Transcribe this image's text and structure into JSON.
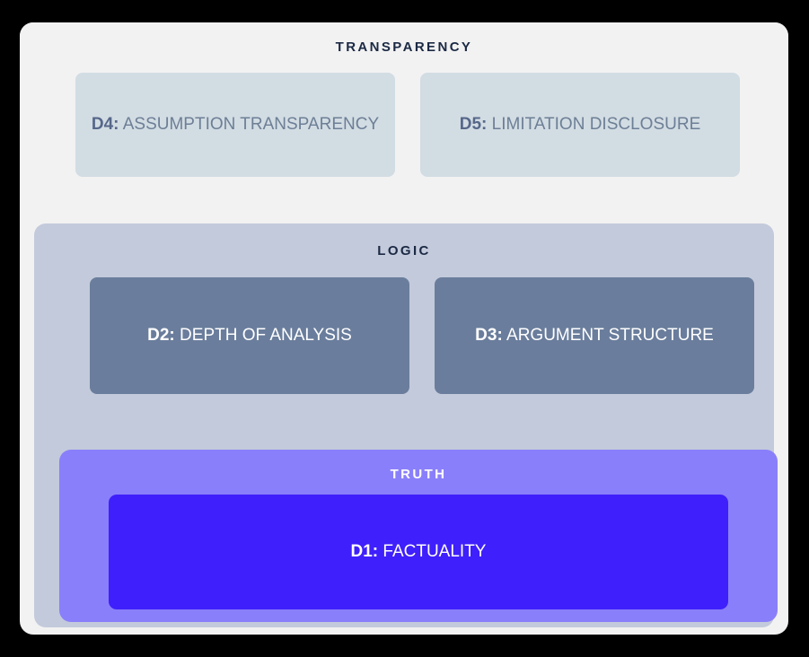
{
  "diagram": {
    "layers": [
      {
        "id": "transparency",
        "title": "TRANSPARENCY",
        "band_color": "#f2f2f2",
        "title_color": "#1b2944",
        "card_color": "#d2dce3",
        "card_text_color": "#6d7f96",
        "cards": [
          {
            "code": "D4:",
            "label": "ASSUMPTION TRANSPARENCY"
          },
          {
            "code": "D5:",
            "label": "LIMITATION DISCLOSURE"
          }
        ]
      },
      {
        "id": "logic",
        "title": "LOGIC",
        "band_color": "#c3cadb",
        "title_color": "#1b2944",
        "card_color": "#6a7d9c",
        "card_text_color": "#ffffff",
        "cards": [
          {
            "code": "D2:",
            "label": "DEPTH OF ANALYSIS"
          },
          {
            "code": "D3:",
            "label": "ARGUMENT STRUCTURE"
          }
        ]
      },
      {
        "id": "truth",
        "title": "TRUTH",
        "band_color": "#8a7ffa",
        "title_color": "#ffffff",
        "card_color": "#3f1ffb",
        "card_text_color": "#ffffff",
        "cards": [
          {
            "code": "D1:",
            "label": "FACTUALITY"
          }
        ]
      }
    ],
    "page_background": "#000000",
    "card_background": "#f2f2f2"
  }
}
